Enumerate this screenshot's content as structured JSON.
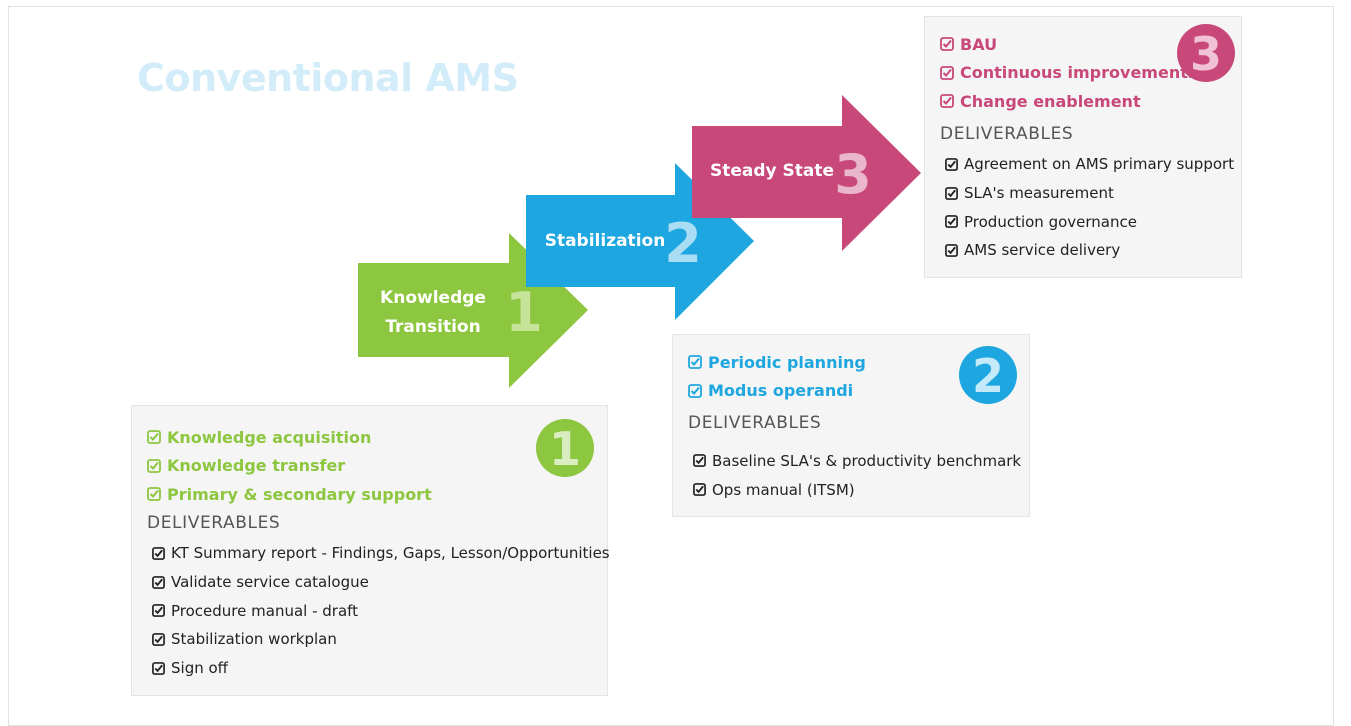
{
  "title": "Conventional AMS",
  "colors": {
    "green": "#8dc63f",
    "blue": "#1da6df",
    "pink": "#c8487a"
  },
  "arrows": [
    {
      "label_lines": [
        "Knowledge",
        "Transition"
      ],
      "number": "1"
    },
    {
      "label_lines": [
        "Stabilization"
      ],
      "number": "2"
    },
    {
      "label_lines": [
        "Steady State"
      ],
      "number": "3"
    }
  ],
  "deliverables_heading": "DELIVERABLES",
  "phase1": {
    "badge": "1",
    "goals": [
      "Knowledge acquisition",
      "Knowledge transfer",
      "Primary & secondary support"
    ],
    "deliverables": [
      "KT Summary report - Findings, Gaps, Lesson/Opportunities",
      "Validate service catalogue",
      "Procedure manual - draft",
      "Stabilization workplan",
      "Sign off"
    ]
  },
  "phase2": {
    "badge": "2",
    "goals": [
      "Periodic planning",
      "Modus operandi"
    ],
    "deliverables": [
      "Baseline SLA's & productivity benchmark",
      "Ops manual (ITSM)"
    ]
  },
  "phase3": {
    "badge": "3",
    "goals": [
      "BAU",
      "Continuous improvements",
      "Change enablement"
    ],
    "deliverables": [
      "Agreement on AMS primary support",
      "SLA's measurement",
      "Production governance",
      "AMS service delivery"
    ]
  }
}
